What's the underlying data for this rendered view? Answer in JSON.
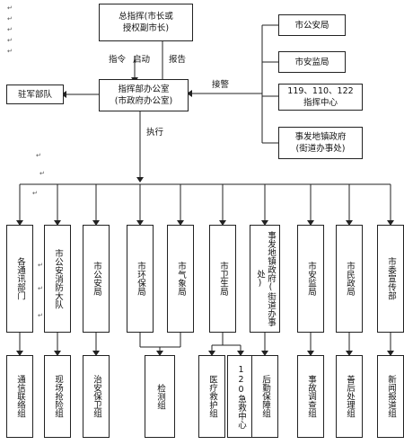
{
  "top": {
    "commander": "总指挥(市长或\n授权副市长)",
    "office": "指挥部办公室\n(市政府办公室)",
    "garrison": "驻军部队"
  },
  "labels": {
    "order": "指令",
    "start": "启动",
    "report": "报告",
    "receive": "接警",
    "execute": "执行"
  },
  "sources": [
    "市公安局",
    "市安监局",
    "119、110、122\n指挥中心",
    "事发地镇政府\n(街道办事处)"
  ],
  "departments": [
    "各通讯部门",
    "市公安消防大队",
    "市公安局",
    "市环保局",
    "市气象局",
    "市卫生局",
    "事发地镇政府(街道办事处)",
    "市安监局",
    "市民政局",
    "市委宣传部"
  ],
  "groups": [
    "通信联络组",
    "现场抢险组",
    "治安保卫组",
    "检测组",
    "医疗救护组",
    "120急救中心",
    "后勤保障组",
    "事故调查组",
    "善后处理组",
    "新闻报道组"
  ]
}
